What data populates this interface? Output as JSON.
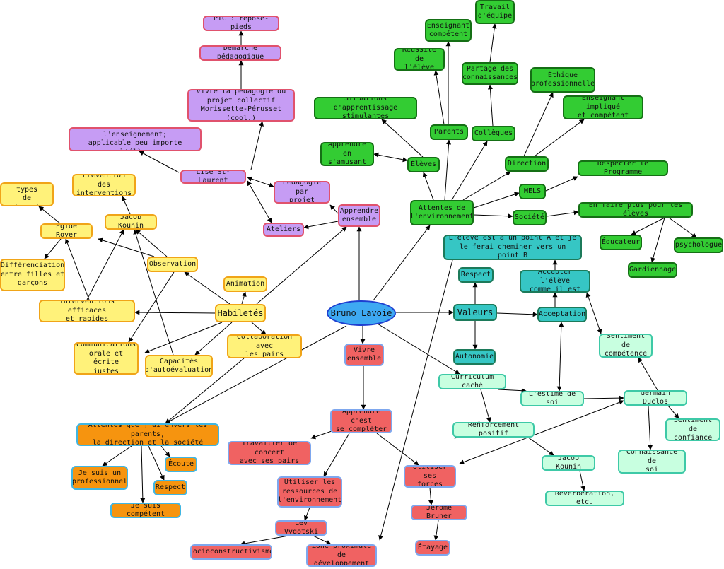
{
  "root": "Bruno Lavoie",
  "nodes": {
    "pic": "PIC : repose-pieds",
    "demarche": "Démarche pédagogique",
    "vivre_peda": "Vivre la pédagogie du\nprojet collectif\nMorissette-Pérusset (cool.)",
    "diff_ens": "Différenciation de l'enseignement;\napplicable peu importe l'élève",
    "lise": "Lise St-Laurent",
    "peda_projet": "Pédagogie par\nprojet",
    "apprendre_ensemble": "Apprendre\nensemble",
    "ateliers": "Ateliers",
    "travail_equipe": "Travail\nd'équipe",
    "ens_competent": "Enseignant\ncompétent",
    "reussite": "Réussite de\nl'élève",
    "partage": "Partage des\nconnaissances",
    "ethique": "Éthique\nprofessionnelle",
    "situations": "Situations d'apprentissage\nstimulantes",
    "ens_implique": "Enseignant impliqué\net compétent",
    "parents": "Parents",
    "collegues": "Collègues",
    "apprendre_amusant": "Apprendre en\ns'amusant",
    "eleves": "Élèves",
    "direction": "Direction",
    "respecter_prog": "Respecter le Programme",
    "mels": "MELS",
    "attentes_env": "Attentes de\nl'environnement",
    "societe": "Société",
    "en_faire_plus": "En faire plus pour les élèves",
    "educateur": "Éducateur",
    "psychologue": "psychologue",
    "gardiennage": "Gardiennage",
    "autres_types": "Autres types\nde prévention",
    "prevention": "Prévention des\ninterventions",
    "egide": "Égide Royer",
    "kounin1": "Jacob Kounin",
    "diff_filles": "Différenciation\nentre filles et\ngarçons",
    "observation": "Observation",
    "animation": "Animation",
    "interventions": "Interventions efficaces\net rapides",
    "habiletes": "Habiletés",
    "communications": "Communications\norale et écrite\njustes",
    "autoeval": "Capacités\nd'autoévaluation",
    "collaboration": "Collaboration avec\nles pairs",
    "point_ab": "L'élève est à un point A et je\nle ferai cheminer vers un point B",
    "respect_v": "Respect",
    "accepter": "Accepter l'élève\ncomme il est",
    "valeurs": "Valeurs",
    "acceptation": "Acceptation",
    "autonomie": "Autonomie",
    "sentiment_comp": "Sentiment de\ncompétence",
    "vivre_ensemble": "Vivre\nensemble",
    "curriculum": "Curriculum caché",
    "estime": "L'estime de soi",
    "duclos": "Germain Duclos",
    "sentiment_conf": "Sentiment de\nconfiance",
    "renforcement": "Renforcement positif",
    "connaissance": "Connaissance de\nsoi",
    "kounin2": "Jacob Kounin",
    "reverberation": "Réverbération, etc.",
    "attentes_parents": "Attentes que j'ai envers les parents,\nla direction et la société",
    "ecoute": "Écoute",
    "professionnel": "Je suis un\nprofessionnel",
    "respect_o": "Respect",
    "competent": "Je suis compétent",
    "apprendre_completer": "Apprendre c'est\nse compléter",
    "travailler": "Travailler de concert\navec ses pairs",
    "utiliser_ress": "Utiliser les\nressources de\nl'environnement",
    "utiliser_forces": "Utiliser ses\nforces",
    "bruner": "Jérome Bruner",
    "vygotski": "Lev Vygotski",
    "etayage": "Étayage",
    "socio": "Socioconstructivisme",
    "zone": "Zone proximale de\ndéveloppement"
  }
}
